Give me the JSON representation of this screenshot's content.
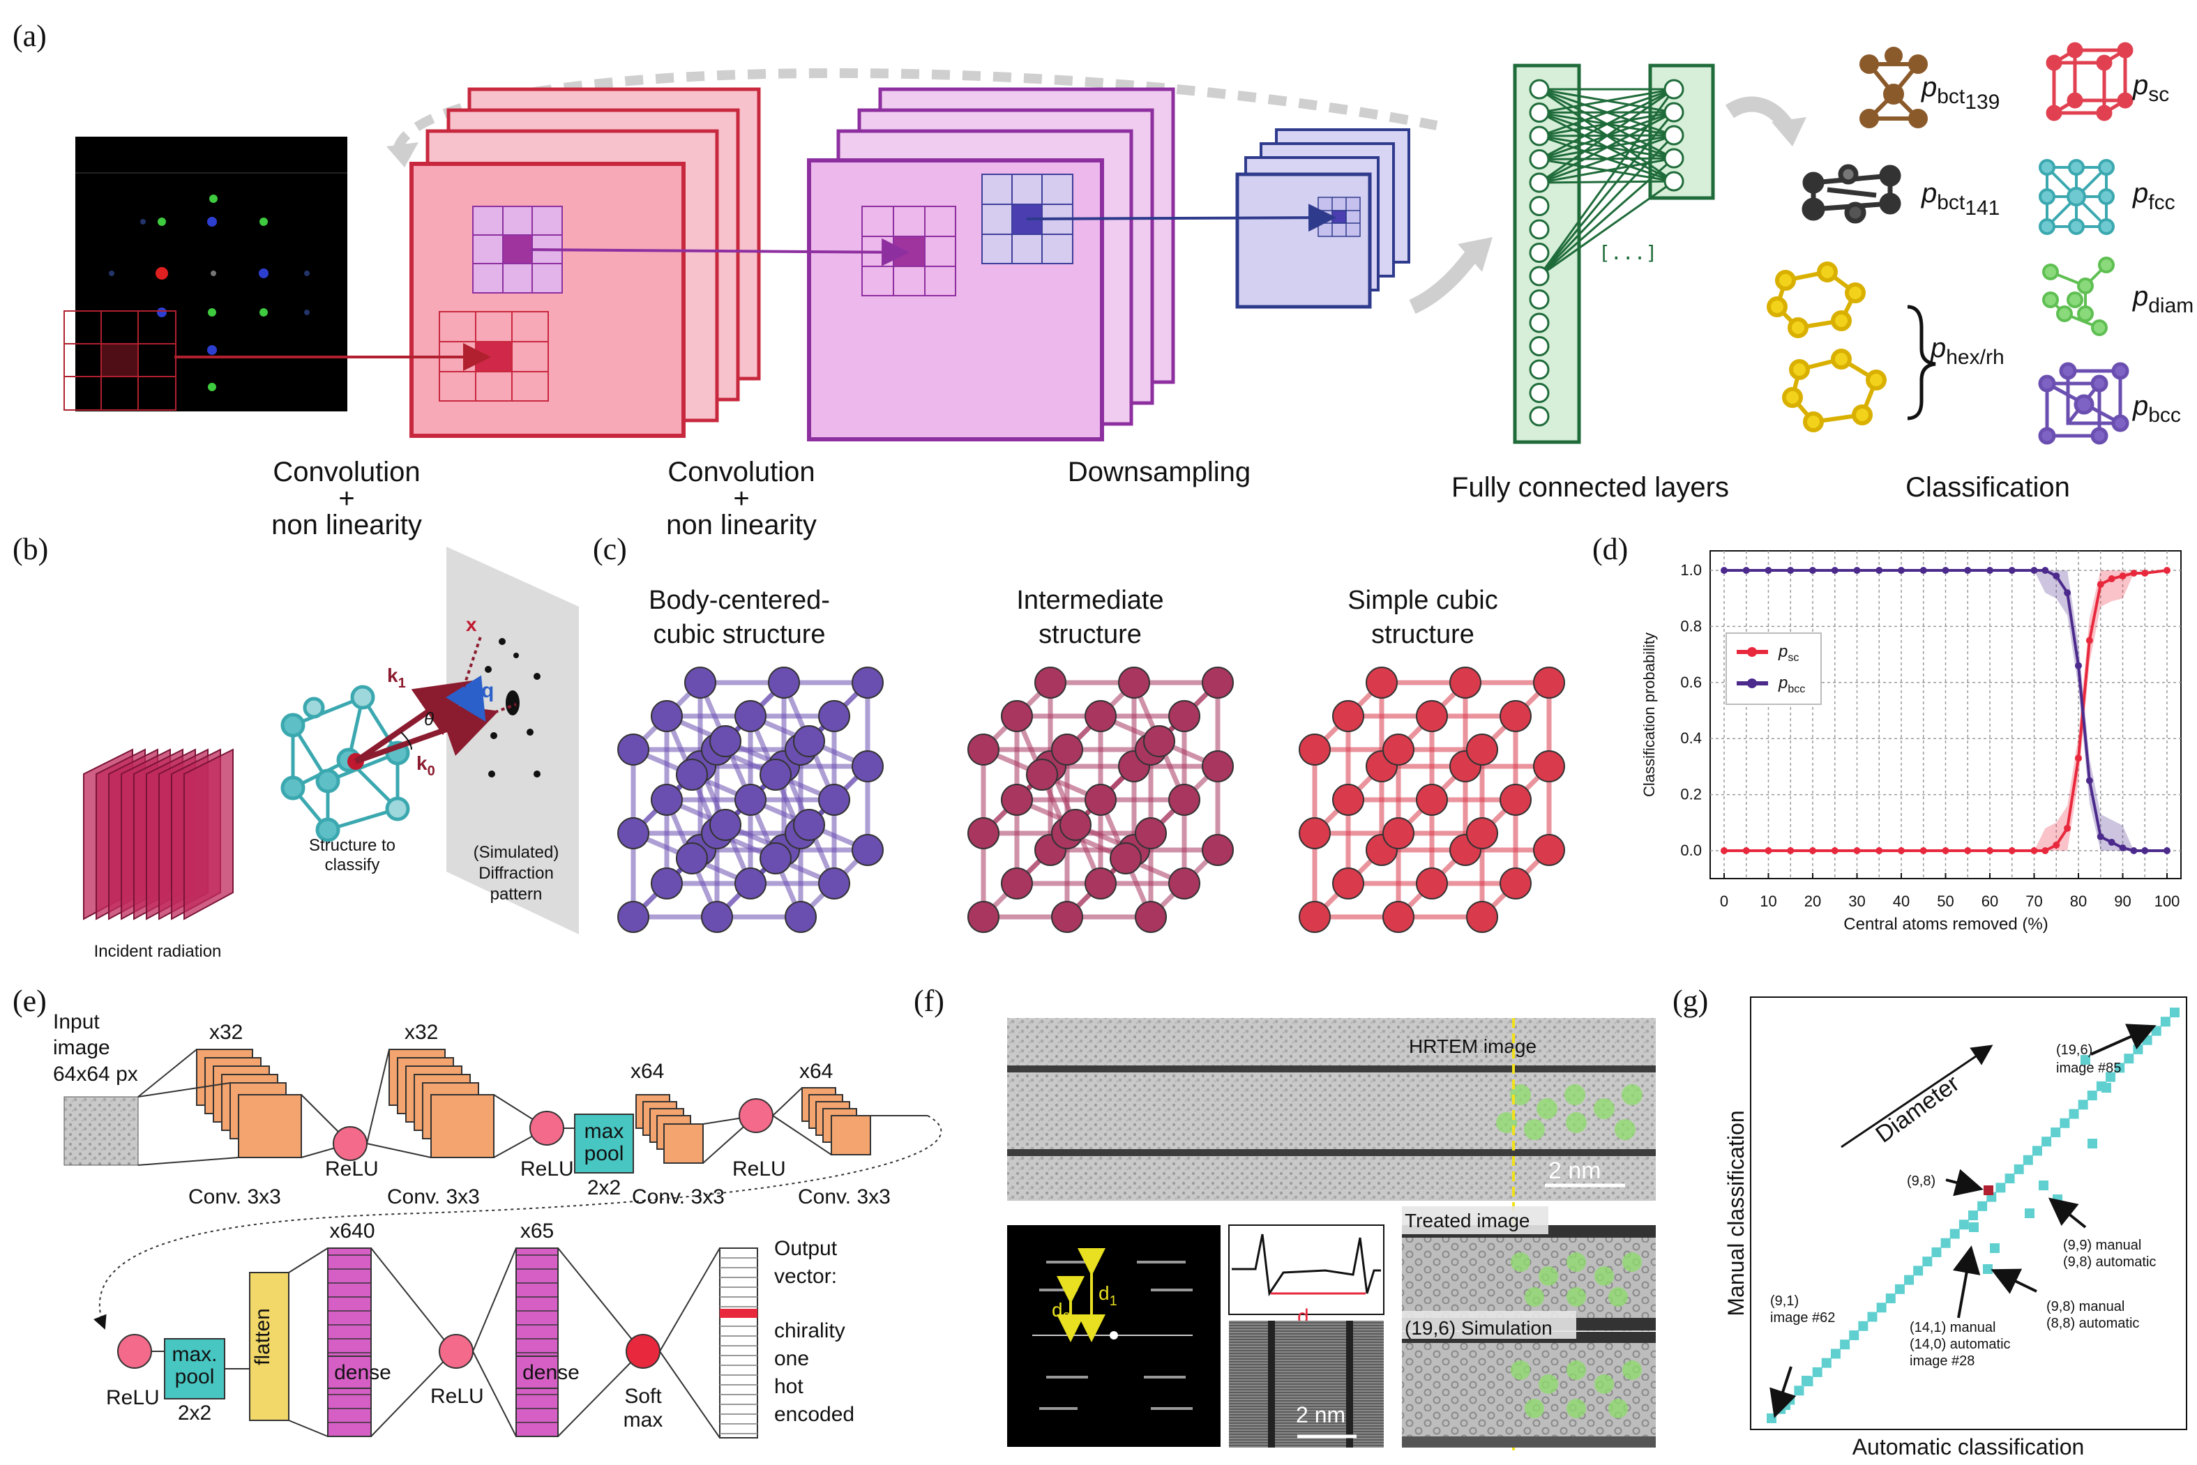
{
  "panel_labels": {
    "a": "(a)",
    "b": "(b)",
    "c": "(c)",
    "d": "(d)",
    "e": "(e)",
    "f": "(f)",
    "g": "(g)"
  },
  "a": {
    "conv1_l1": "Convolution",
    "conv1_l2": "+",
    "conv1_l3": "non linearity",
    "conv2_l1": "Convolution",
    "conv2_l2": "+",
    "conv2_l3": "non linearity",
    "down": "Downsampling",
    "fc": "Fully connected layers",
    "fc_ellipsis": "[...]",
    "cls": "Classification",
    "classes": [
      {
        "p": "p",
        "sub": "bct",
        "sub2": "139",
        "color": "#8B5A2B"
      },
      {
        "p": "p",
        "sub": "bct",
        "sub2": "141",
        "color": "#333333"
      },
      {
        "p": "p",
        "sub": "hex/rh",
        "sub2": "",
        "color": "#E6C31E"
      },
      {
        "p": "p",
        "sub": "sc",
        "sub2": "",
        "color": "#E04050"
      },
      {
        "p": "p",
        "sub": "fcc",
        "sub2": "",
        "color": "#3BA8B0"
      },
      {
        "p": "p",
        "sub": "diam",
        "sub2": "",
        "color": "#7CD06A"
      },
      {
        "p": "p",
        "sub": "bcc",
        "sub2": "",
        "color": "#6A4FB0"
      }
    ]
  },
  "b": {
    "incident": "Incident radiation",
    "structure_l1": "Structure to",
    "structure_l2": "classify",
    "pattern_l1": "(Simulated)",
    "pattern_l2": "Diffraction",
    "pattern_l3": "pattern",
    "k1": "k",
    "k1_sub": "1",
    "k0": "k",
    "k0_sub": "0",
    "q": "q",
    "theta": "θ",
    "x": "x"
  },
  "c": {
    "bcc_l1": "Body-centered-",
    "bcc_l2": "cubic structure",
    "int_l1": "Intermediate",
    "int_l2": "structure",
    "sc_l1": "Simple cubic",
    "sc_l2": "structure",
    "colors": {
      "bcc": "#6A4FB0",
      "int": "#A8365E",
      "sc": "#D93B4C"
    }
  },
  "chart_data": {
    "type": "line",
    "title": "",
    "xlabel": "Central atoms removed (%)",
    "ylabel": "Classification probability",
    "xlim": [
      0,
      100
    ],
    "ylim": [
      0.0,
      1.0
    ],
    "xticks": [
      "0",
      "10",
      "20",
      "30",
      "40",
      "50",
      "60",
      "70",
      "80",
      "90",
      "100"
    ],
    "yticks": [
      "0.0",
      "0.2",
      "0.4",
      "0.6",
      "0.8",
      "1.0"
    ],
    "grid": true,
    "legend": "center-left",
    "x": [
      0,
      5,
      10,
      15,
      20,
      25,
      30,
      35,
      40,
      45,
      50,
      55,
      60,
      65,
      70,
      72.5,
      75,
      77.5,
      80,
      82.5,
      85,
      87.5,
      90,
      92.5,
      95,
      100
    ],
    "series": [
      {
        "name": "p",
        "sub": "sc",
        "color": "#E8283C",
        "values": [
          0,
          0,
          0,
          0,
          0,
          0,
          0,
          0,
          0,
          0,
          0,
          0,
          0,
          0,
          0,
          0,
          0.02,
          0.08,
          0.33,
          0.75,
          0.95,
          0.97,
          0.98,
          0.99,
          0.99,
          1.0
        ]
      },
      {
        "name": "p",
        "sub": "bcc",
        "color": "#4B2A8C",
        "values": [
          1,
          1,
          1,
          1,
          1,
          1,
          1,
          1,
          1,
          1,
          1,
          1,
          1,
          1,
          1,
          1,
          0.98,
          0.92,
          0.66,
          0.25,
          0.05,
          0.03,
          0.01,
          0.0,
          0.0,
          0.0
        ]
      }
    ]
  },
  "e": {
    "input_l1": "Input",
    "input_l2": "image",
    "input_l3": "64x64 px",
    "x32a": "x32",
    "x32b": "x32",
    "x64a": "x64",
    "x64b": "x64",
    "relu1": "ReLU",
    "relu2": "ReLU",
    "relu3": "ReLU",
    "relu4": "ReLU",
    "relu5": "ReLU",
    "conv1": "Conv. 3x3",
    "conv2": "Conv. 3x3",
    "conv3": "Conv. 3x3",
    "conv4": "Conv. 3x3",
    "maxpool_l1": "max",
    "maxpool_l2": "pool",
    "maxpool_size": "2x2",
    "maxpool2_l1": "max.",
    "maxpool2_l2": "pool",
    "maxpool2_size": "2x2",
    "flatten": "flatten",
    "dense1": "dense",
    "dense2": "dense",
    "x640": "x640",
    "x65": "x65",
    "softmax_l1": "Soft",
    "softmax_l2": "max",
    "output_l1": "Output",
    "output_l2": "vector:",
    "output_l3": "chirality",
    "output_l4": "one",
    "output_l5": "hot",
    "output_l6": "encoded"
  },
  "f": {
    "hrtem": "HRTEM image",
    "scale1": "2 nm",
    "d1": "d",
    "d1_sub": "1",
    "d2": "d",
    "d2_sub": "2",
    "d": "d",
    "scale2": "2 nm",
    "treated": "Treated image",
    "sim": "(19,6) Simulation"
  },
  "g": {
    "xlabel": "Automatic classification",
    "ylabel": "Manual classification",
    "diameter": "Diameter",
    "ann_196_l1": "(19,6)",
    "ann_196_l2": "image #85",
    "ann_98": "(9,8)",
    "ann_99_l1": "(9,9) manual",
    "ann_99_l2": "(9,8) automatic",
    "ann_98b_l1": "(9,8) manual",
    "ann_98b_l2": "(8,8) automatic",
    "ann_141_l1": "(14,1) manual",
    "ann_141_l2": "(14,0) automatic",
    "ann_141_l3": "image #28",
    "ann_91_l1": "(9,1)",
    "ann_91_l2": "image #62"
  }
}
